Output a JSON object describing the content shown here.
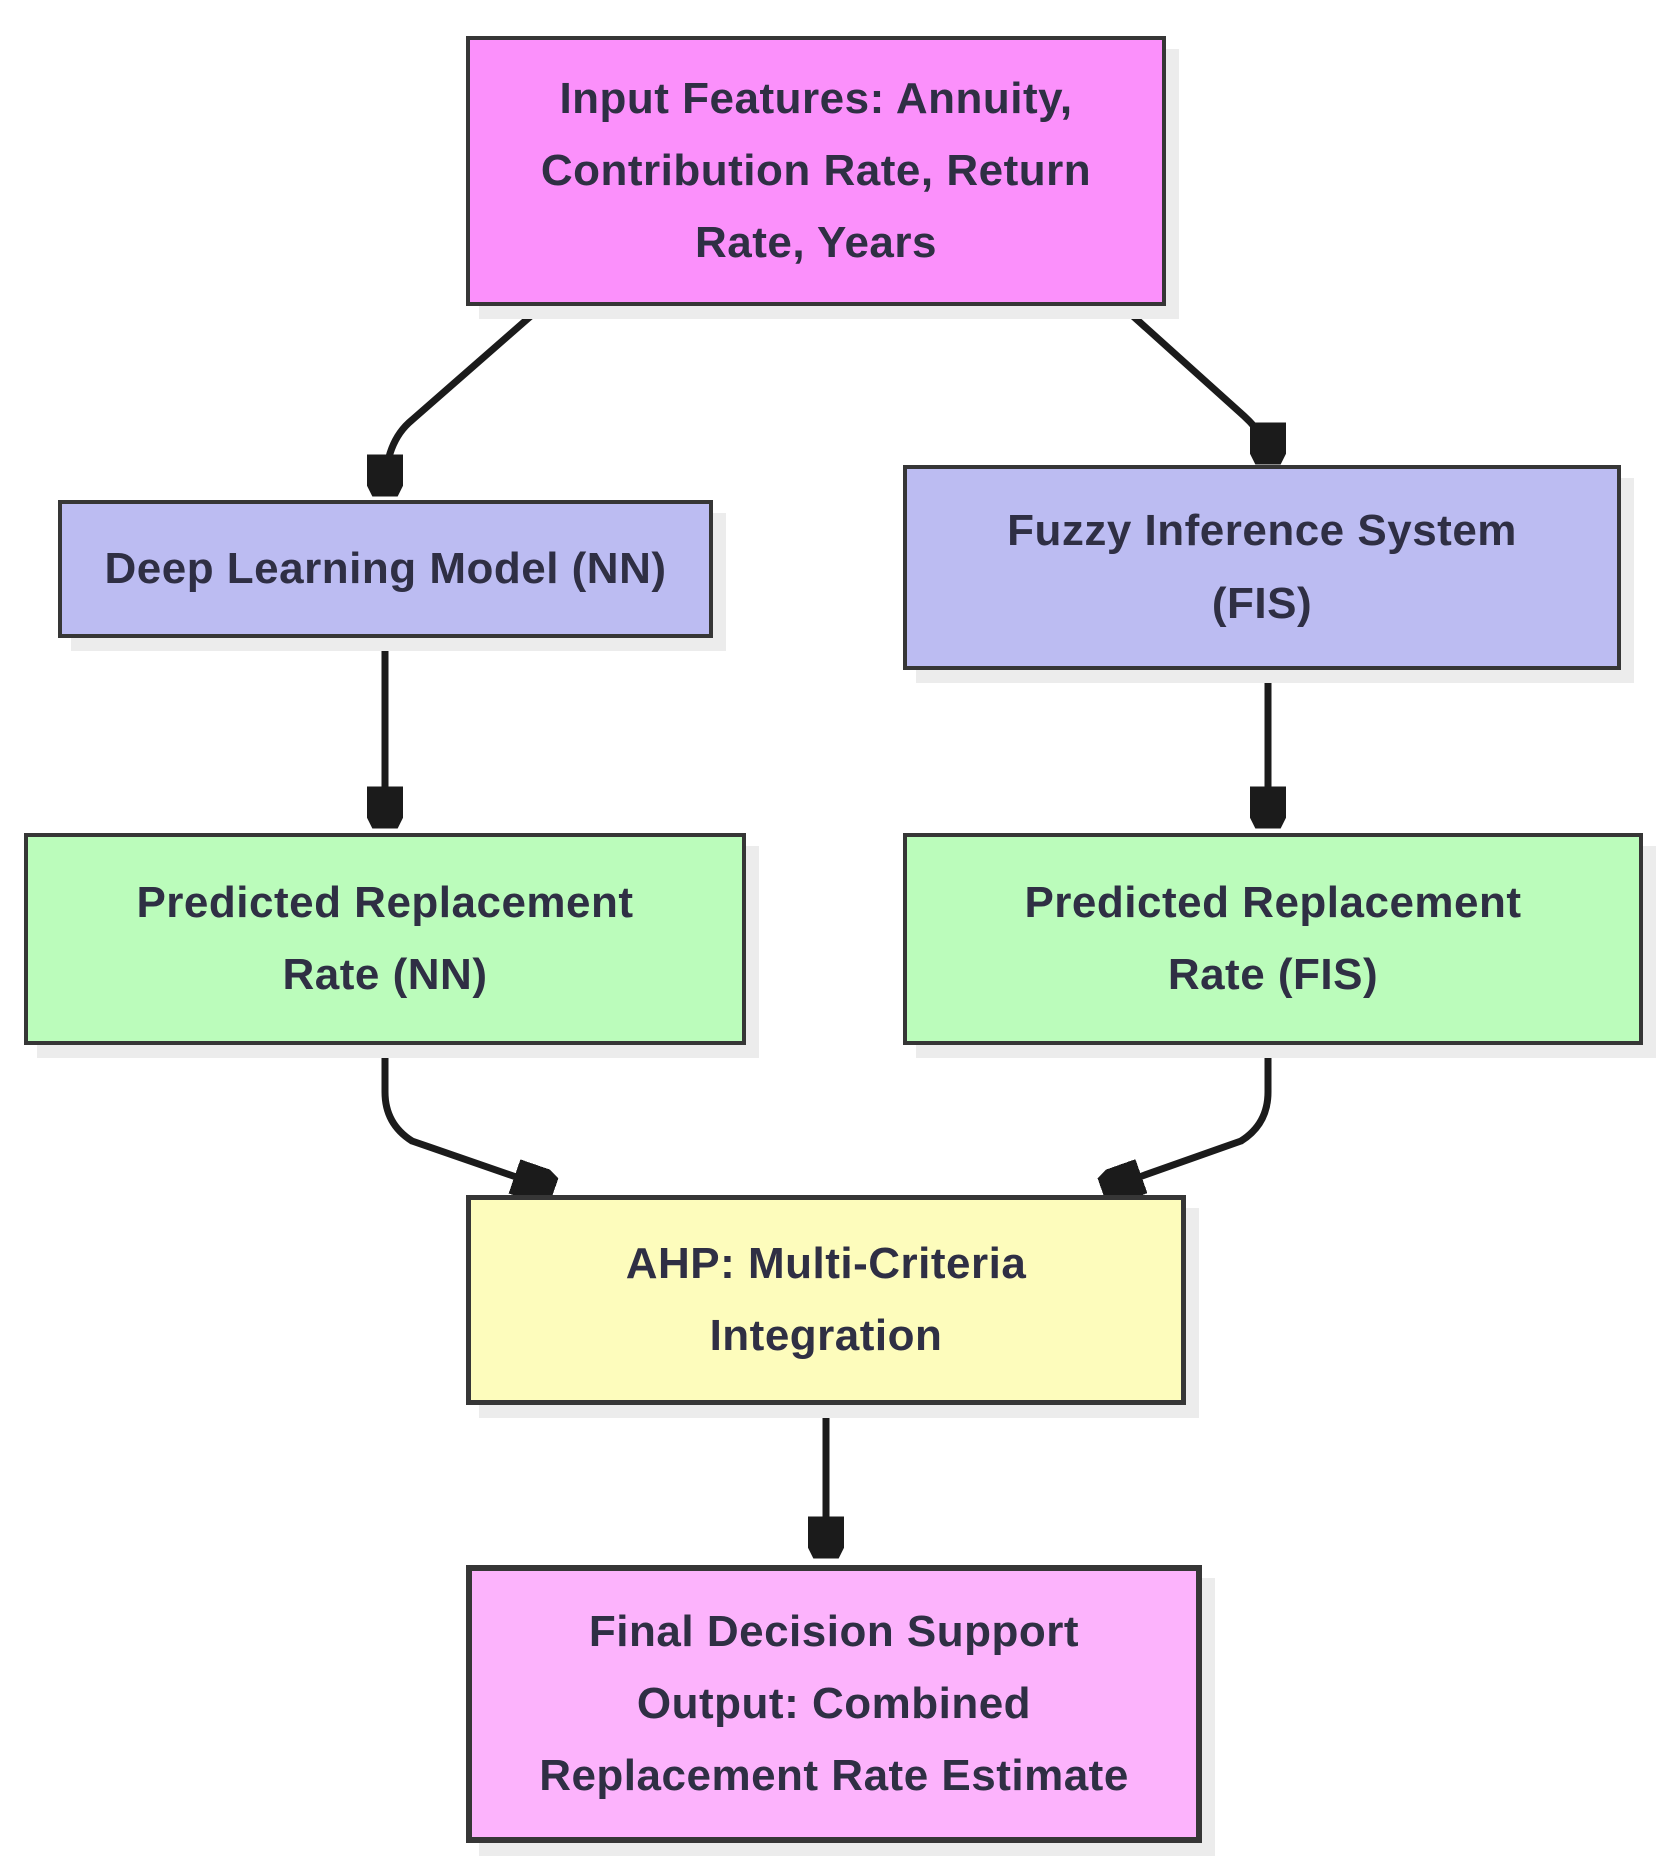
{
  "diagram_type": "flowchart",
  "colors": {
    "background": "#ffffff",
    "edge": "#1b1b1b",
    "border": "#363636",
    "text": "#2f2f44",
    "shadow": "#ececec"
  },
  "nodes": {
    "input": {
      "label": "Input Features: Annuity,\nContribution Rate, Return\nRate, Years",
      "fill": "#fb90fb"
    },
    "nn": {
      "label": "Deep Learning Model (NN)",
      "fill": "#bcbcf2"
    },
    "fis": {
      "label": "Fuzzy Inference System\n(FIS)",
      "fill": "#bcbcf2"
    },
    "pred_nn": {
      "label": "Predicted Replacement\nRate (NN)",
      "fill": "#bbfcbb"
    },
    "pred_fis": {
      "label": "Predicted Replacement\nRate (FIS)",
      "fill": "#bbfcbb"
    },
    "ahp": {
      "label": "AHP: Multi-Criteria\nIntegration",
      "fill": "#fdfcbc"
    },
    "output": {
      "label": "Final Decision Support\nOutput: Combined\nReplacement Rate Estimate",
      "fill": "#fcb3fc"
    }
  },
  "edges": [
    {
      "from": "input",
      "to": "nn"
    },
    {
      "from": "input",
      "to": "fis"
    },
    {
      "from": "nn",
      "to": "pred_nn"
    },
    {
      "from": "fis",
      "to": "pred_fis"
    },
    {
      "from": "pred_nn",
      "to": "ahp"
    },
    {
      "from": "pred_fis",
      "to": "ahp"
    },
    {
      "from": "ahp",
      "to": "output"
    }
  ]
}
